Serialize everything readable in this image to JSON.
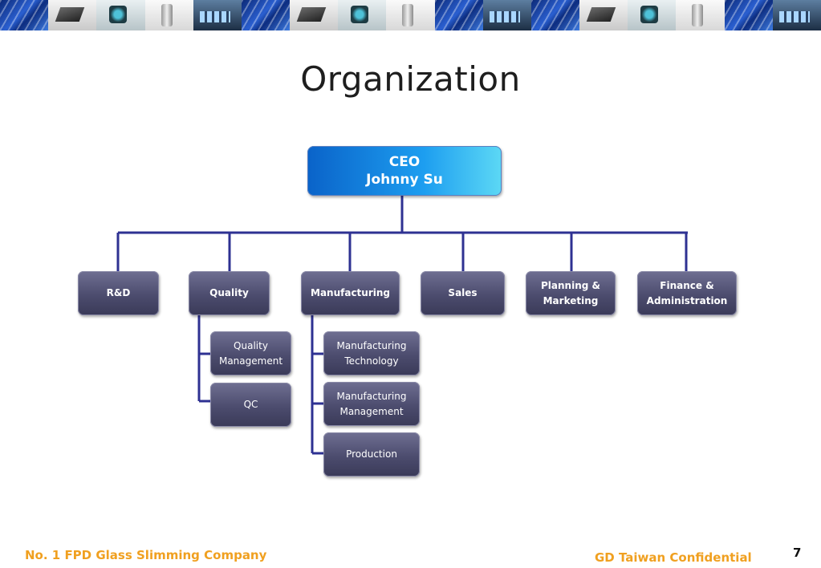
{
  "slide": {
    "title": "Organization",
    "page_number": "7",
    "footer_left": "No. 1 FPD Glass Slimming Company",
    "footer_right": "GD Taiwan Confidential"
  },
  "org": {
    "ceo": {
      "role": "CEO",
      "name": "Johnny Su"
    },
    "departments": [
      {
        "line1": "R&D",
        "line2": ""
      },
      {
        "line1": "Quality",
        "line2": ""
      },
      {
        "line1": "Manufacturing",
        "line2": ""
      },
      {
        "line1": "Sales",
        "line2": ""
      },
      {
        "line1": "Planning  &",
        "line2": "Marketing"
      },
      {
        "line1": "Finance &",
        "line2": "Administration"
      }
    ],
    "quality_units": [
      {
        "line1": "Quality",
        "line2": "Management"
      },
      {
        "line1": "QC",
        "line2": ""
      }
    ],
    "manufacturing_units": [
      {
        "line1": "Manufacturing",
        "line2": "Technology"
      },
      {
        "line1": "Manufacturing",
        "line2": "Management"
      },
      {
        "line1": "Production",
        "line2": ""
      }
    ]
  },
  "colors": {
    "connector": "#2e3192",
    "footer_text": "#f0a020",
    "box_fill": "#55557a",
    "ceo_fill": "#1d9ef0"
  }
}
